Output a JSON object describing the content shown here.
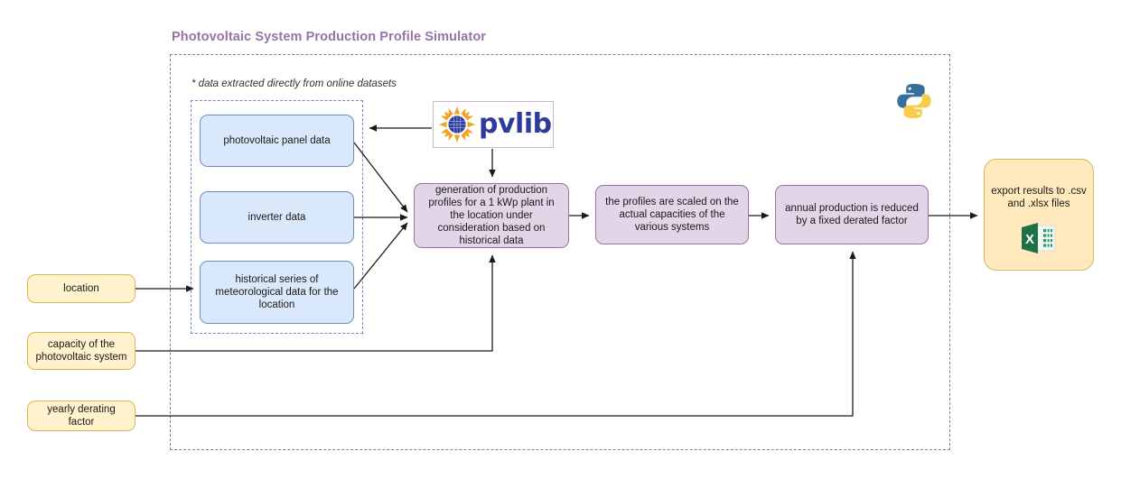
{
  "diagram": {
    "title": "Photovoltaic System Production Profile Simulator",
    "note": "* data extracted directly from online datasets",
    "title_color": "#9673a6",
    "outer_border_color": "#9673a6",
    "inner_border_color": "#6c8ebf"
  },
  "datasets": {
    "panel": "photovoltaic panel data",
    "inverter": "inverter data",
    "meteo": "historical series of meteorological data for the location"
  },
  "process": {
    "generation": "generation of production profiles for a 1 kWp plant in the location under consideration based on historical data",
    "scaling": "the profiles are scaled on the actual capacities of the various systems",
    "derating": "annual production is reduced by a fixed derated factor"
  },
  "inputs": {
    "location": "location",
    "capacity": "capacity of the photovoltaic system",
    "derating_factor": "yearly derating factor"
  },
  "output": {
    "export": "export results to .csv and .xlsx files"
  },
  "logos": {
    "pvlib_wordmark": "pvlib",
    "pvlib_sun_icon": "sun-grid-icon",
    "python_icon": "python-logo-icon",
    "excel_icon": "excel-file-icon"
  },
  "colors": {
    "blue_fill": "#dae8fc",
    "blue_stroke": "#6c8ebf",
    "purple_fill": "#e1d5e7",
    "purple_stroke": "#9673a6",
    "yellow_fill": "#fff2cc",
    "yellow_stroke": "#d6b656",
    "export_fill": "#ffe9bd",
    "excel_green": "#1e7145",
    "pvlib_blue": "#2f3b9c",
    "sun_orange": "#f5a01e",
    "python_blue": "#366f9b",
    "python_yellow": "#f5cd4a",
    "edge_color": "#1a1a1a"
  }
}
